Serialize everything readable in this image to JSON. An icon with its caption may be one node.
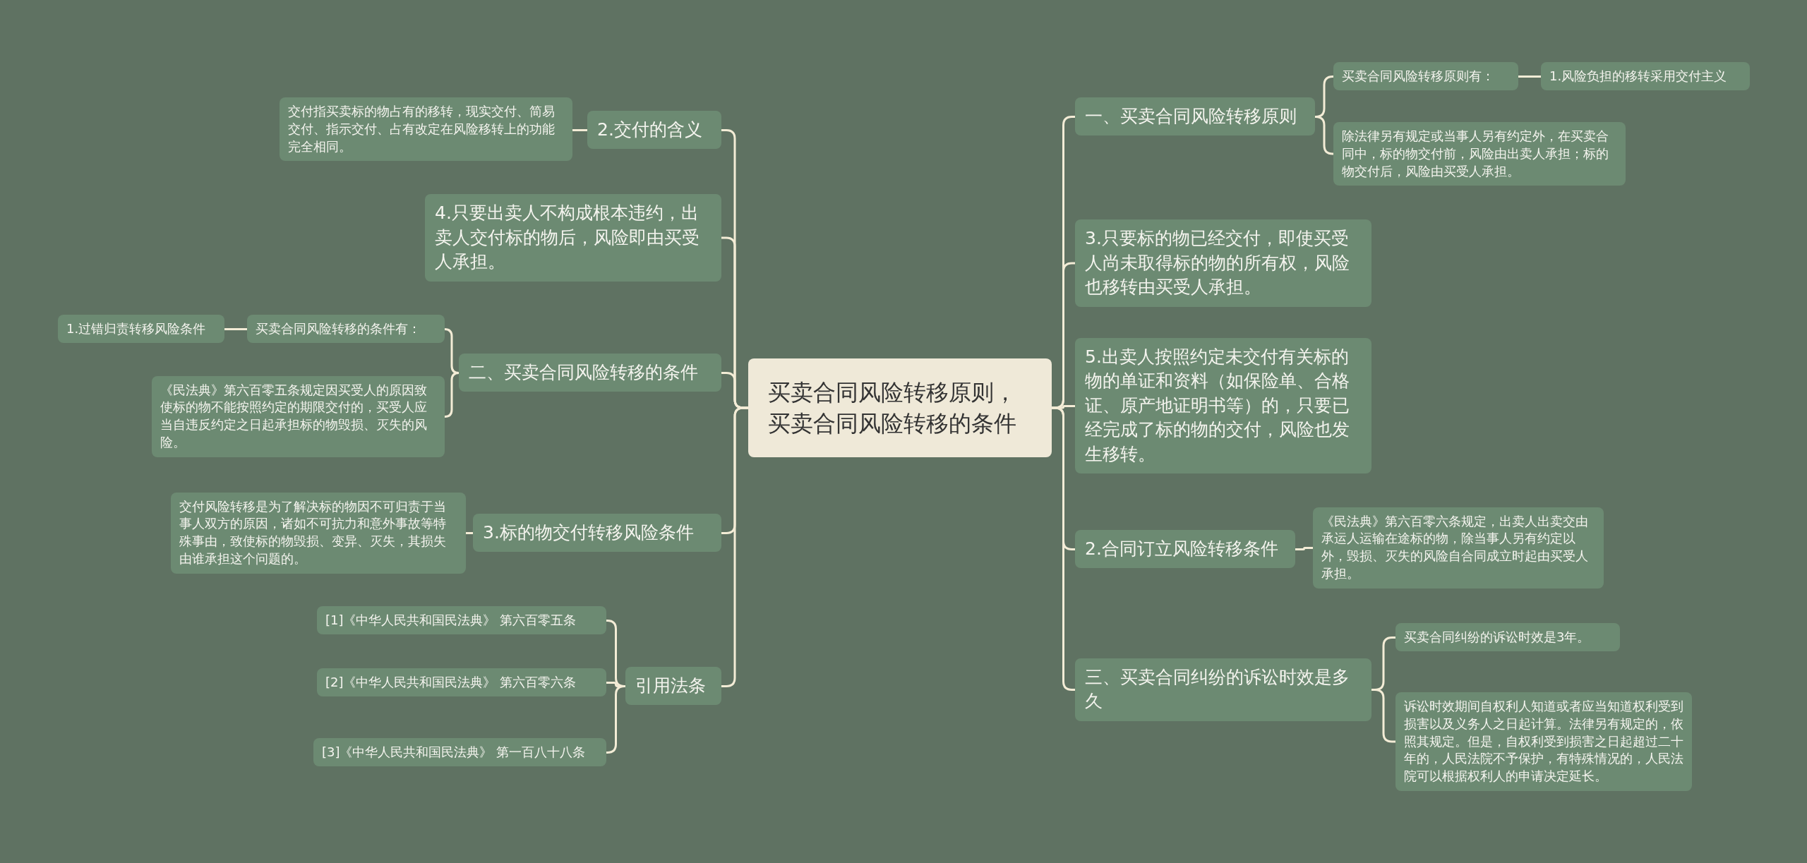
{
  "diagram": {
    "nodes": [
      {
        "text": [
          "买卖合同风险转移原则，买卖合同风险转移的条件"
        ]
      },
      {
        "text": [
          "2.交付的含义"
        ]
      },
      {
        "text": [
          "交付指买卖标的物占有的移转，现实交付、简易交付、指示交付、占有改定在风险移转上的功能完全相同。"
        ]
      },
      {
        "text": [
          "4.只要出卖人不构成根本违约，出卖人交付标的物后，风险即由买受人承担。"
        ]
      },
      {
        "text": [
          "二、买卖合同风险转移的条件"
        ]
      },
      {
        "text": [
          "买卖合同风险转移的条件有："
        ]
      },
      {
        "text": [
          "1.过错归责转移风险条件"
        ]
      },
      {
        "text": [
          "《民法典》第六百零五条规定因买受人的原因致使标的物不能按照约定的期限交付的，买受人应当自违反约定之日起承担标的物毁损、灭失的风险。"
        ]
      },
      {
        "text": [
          "3.标的物交付转移风险条件"
        ]
      },
      {
        "text": [
          "交付风险转移是为了解决标的物因不可归责于当事人双方的原因，诸如不可抗力和意外事故等特殊事由，致使标的物毁损、变异、灭失，其损失由谁承担这个问题的。"
        ]
      },
      {
        "text": [
          "引用法条"
        ]
      },
      {
        "text": [
          "[1]《中华人民共和国民法典》 第六百零五条"
        ]
      },
      {
        "text": [
          "[2]《中华人民共和国民法典》 第六百零六条"
        ]
      },
      {
        "text": [
          "[3]《中华人民共和国民法典》 第一百八十八条"
        ]
      },
      {
        "text": [
          "一、买卖合同风险转移原则"
        ]
      },
      {
        "text": [
          "买卖合同风险转移原则有："
        ]
      },
      {
        "text": [
          "1.风险负担的移转采用交付主义"
        ]
      },
      {
        "text": [
          "除法律另有规定或当事人另有约定外，在买卖合同中，标的物交付前，风险由出卖人承担；标的物交付后，风险由买受人承担。"
        ]
      },
      {
        "text": [
          "3.只要标的物已经交付，即使买受人尚未取得标的物的所有权，风险也移转由买受人承担。"
        ]
      },
      {
        "text": [
          "5.出卖人按照约定未交付有关标的物的单证和资料（如保险单、合格证、原产地证明书等）的，只要已经完成了标的物的交付，风险也发生移转。"
        ]
      },
      {
        "text": [
          "2.合同订立风险转移条件"
        ]
      },
      {
        "text": [
          "《民法典》第六百零六条规定，出卖人出卖交由承运人运输在途标的物，除当事人另有约定以外，毁损、灭失的风险自合同成立时起由买受人承担。"
        ]
      },
      {
        "text": [
          "三、买卖合同纠纷的诉讼时效是多久"
        ]
      },
      {
        "text": [
          "买卖合同纠纷的诉讼时效是3年。"
        ]
      },
      {
        "text": [
          "诉讼时效期间自权利人知道或者应当知道权利受到损害以及义务人之日起计算。法律另有规定的，依照其规定。但是，自权利受到损害之日起超过二十年的，人民法院不予保护，有特殊情况的，人民法院可以根据权利人的申请决定延长。"
        ]
      }
    ],
    "edges": [
      {
        "from": 0,
        "to": 1,
        "arrow": "none"
      },
      {
        "from": 1,
        "to": 2,
        "arrow": "none"
      },
      {
        "from": 0,
        "to": 3,
        "arrow": "none"
      },
      {
        "from": 0,
        "to": 4,
        "arrow": "none"
      },
      {
        "from": 4,
        "to": 5,
        "arrow": "none"
      },
      {
        "from": 5,
        "to": 6,
        "arrow": "none"
      },
      {
        "from": 4,
        "to": 7,
        "arrow": "none"
      },
      {
        "from": 0,
        "to": 8,
        "arrow": "none"
      },
      {
        "from": 8,
        "to": 9,
        "arrow": "none"
      },
      {
        "from": 0,
        "to": 10,
        "arrow": "none"
      },
      {
        "from": 10,
        "to": 11,
        "arrow": "none"
      },
      {
        "from": 10,
        "to": 12,
        "arrow": "none"
      },
      {
        "from": 10,
        "to": 13,
        "arrow": "none"
      },
      {
        "from": 0,
        "to": 14,
        "arrow": "none"
      },
      {
        "from": 14,
        "to": 15,
        "arrow": "none"
      },
      {
        "from": 15,
        "to": 16,
        "arrow": "none"
      },
      {
        "from": 14,
        "to": 17,
        "arrow": "none"
      },
      {
        "from": 0,
        "to": 18,
        "arrow": "none"
      },
      {
        "from": 0,
        "to": 19,
        "arrow": "none"
      },
      {
        "from": 0,
        "to": 20,
        "arrow": "none"
      },
      {
        "from": 20,
        "to": 21,
        "arrow": "none"
      },
      {
        "from": 0,
        "to": 22,
        "arrow": "none"
      },
      {
        "from": 22,
        "to": 23,
        "arrow": "none"
      },
      {
        "from": 22,
        "to": 24,
        "arrow": "none"
      }
    ]
  }
}
